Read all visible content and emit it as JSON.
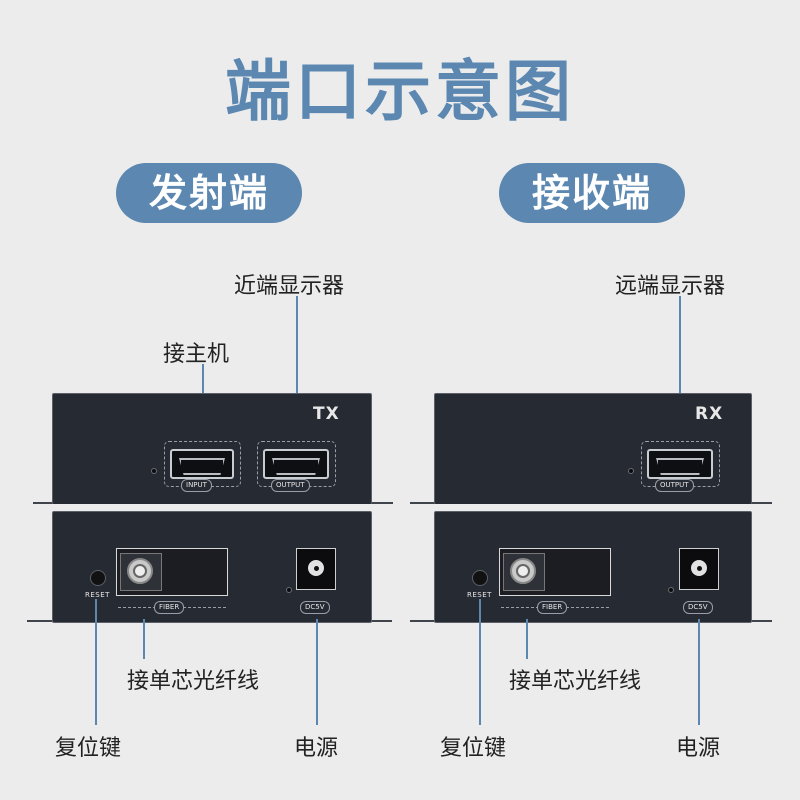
{
  "title": "端口示意图",
  "tx": {
    "pill": "发射端",
    "brand": "TX",
    "label_near_display": "近端显示器",
    "label_host": "接主机",
    "port_input": "INPUT",
    "port_output": "OUTPUT",
    "reset_tag": "RESET",
    "fiber_tag": "FIBER",
    "dc_tag": "DC5V",
    "label_fiber": "接单芯光纤线",
    "label_reset": "复位键",
    "label_power": "电源"
  },
  "rx": {
    "pill": "接收端",
    "brand": "RX",
    "label_far_display": "远端显示器",
    "port_output": "OUTPUT",
    "reset_tag": "RESET",
    "fiber_tag": "FIBER",
    "dc_tag": "DC5V",
    "label_fiber": "接单芯光纤线",
    "label_reset": "复位键",
    "label_power": "电源"
  },
  "colors": {
    "accent": "#5b87b0",
    "device": "#262a33",
    "background": "#ececec"
  }
}
